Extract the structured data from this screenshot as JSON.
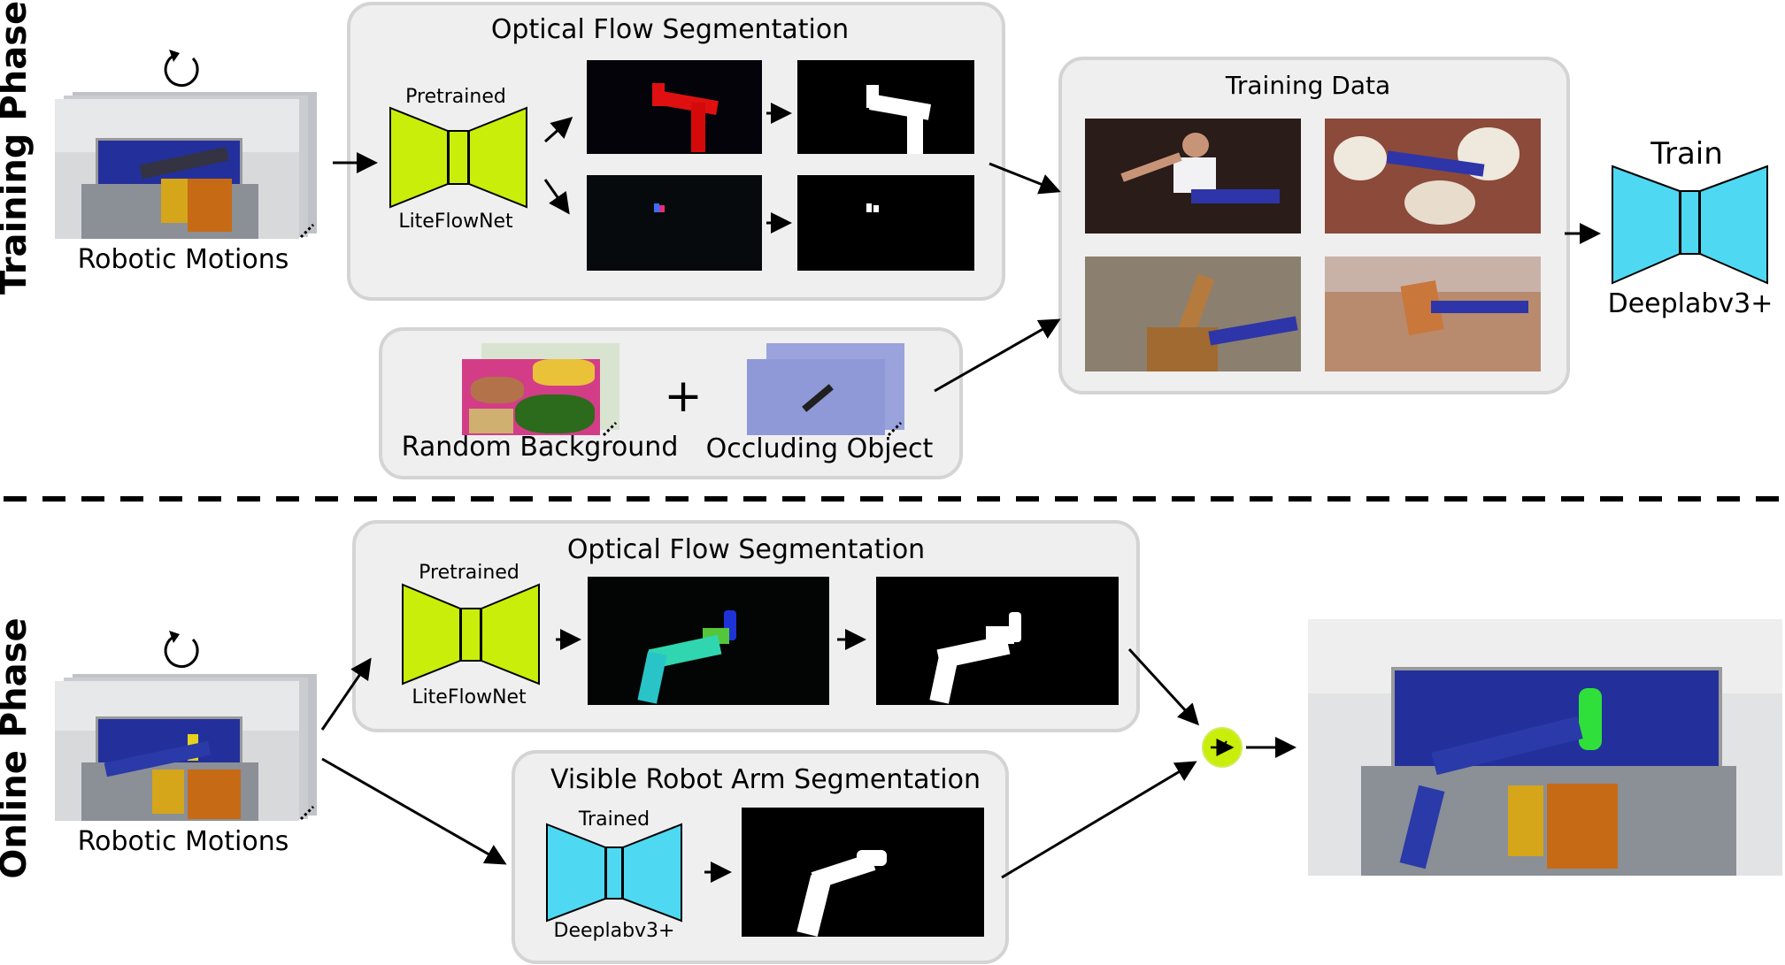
{
  "training": {
    "phase_label": "Training Phase",
    "robotic_motions_label": "Robotic Motions",
    "flow_panel_title": "Optical Flow Segmentation",
    "pretrained_label": "Pretrained",
    "network_label": "LiteFlowNet",
    "training_data_title": "Training Data",
    "random_background_label": "Random Background",
    "plus_symbol": "+",
    "occluding_object_label": "Occluding Object",
    "train_label": "Train",
    "deeplab_label": "Deeplabv3+"
  },
  "online": {
    "phase_label": "Online Phase",
    "robotic_motions_label": "Robotic Motions",
    "flow_panel_title": "Optical Flow Segmentation",
    "pretrained_label": "Pretrained",
    "network_label": "LiteFlowNet",
    "visible_panel_title": "Visible Robot Arm Segmentation",
    "trained_label": "Trained",
    "deeplab_label": "Deeplabv3+"
  },
  "colors": {
    "liteflownet": "#c8ee0a",
    "deeplab": "#4fd8f2",
    "panel_bg": "#efefef",
    "panel_border": "#d4d4d4",
    "fusion_node": "#c8ee0a"
  },
  "icons": [
    "rotate-icon",
    "fusion-icon"
  ]
}
